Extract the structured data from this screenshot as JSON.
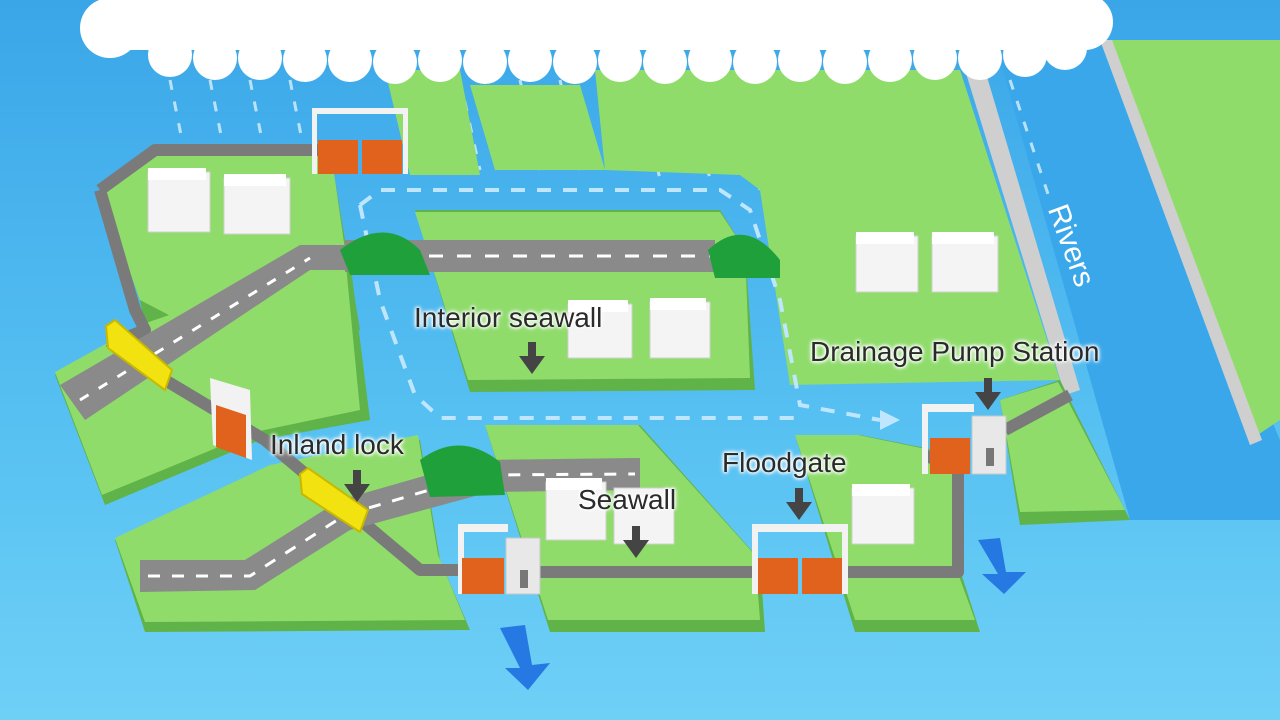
{
  "labels": {
    "interior_seawall": "Interior seawall",
    "drainage_pump_station": "Drainage Pump Station",
    "inland_lock": "Inland lock",
    "floodgate": "Floodgate",
    "seawall": "Seawall",
    "rivers": "Rivers"
  },
  "colors": {
    "sea": "#4db8ef",
    "land": "#8fdc6b",
    "land_side": "#5fb348",
    "road": "#8a8a8a",
    "gate": "#e0621c",
    "bridge": "#1fa03a",
    "barrier": "#f2e20f",
    "wall": "#7a7a7a",
    "cloud": "#ffffff",
    "arrow": "#444444",
    "flow": "#1f6fe0"
  }
}
